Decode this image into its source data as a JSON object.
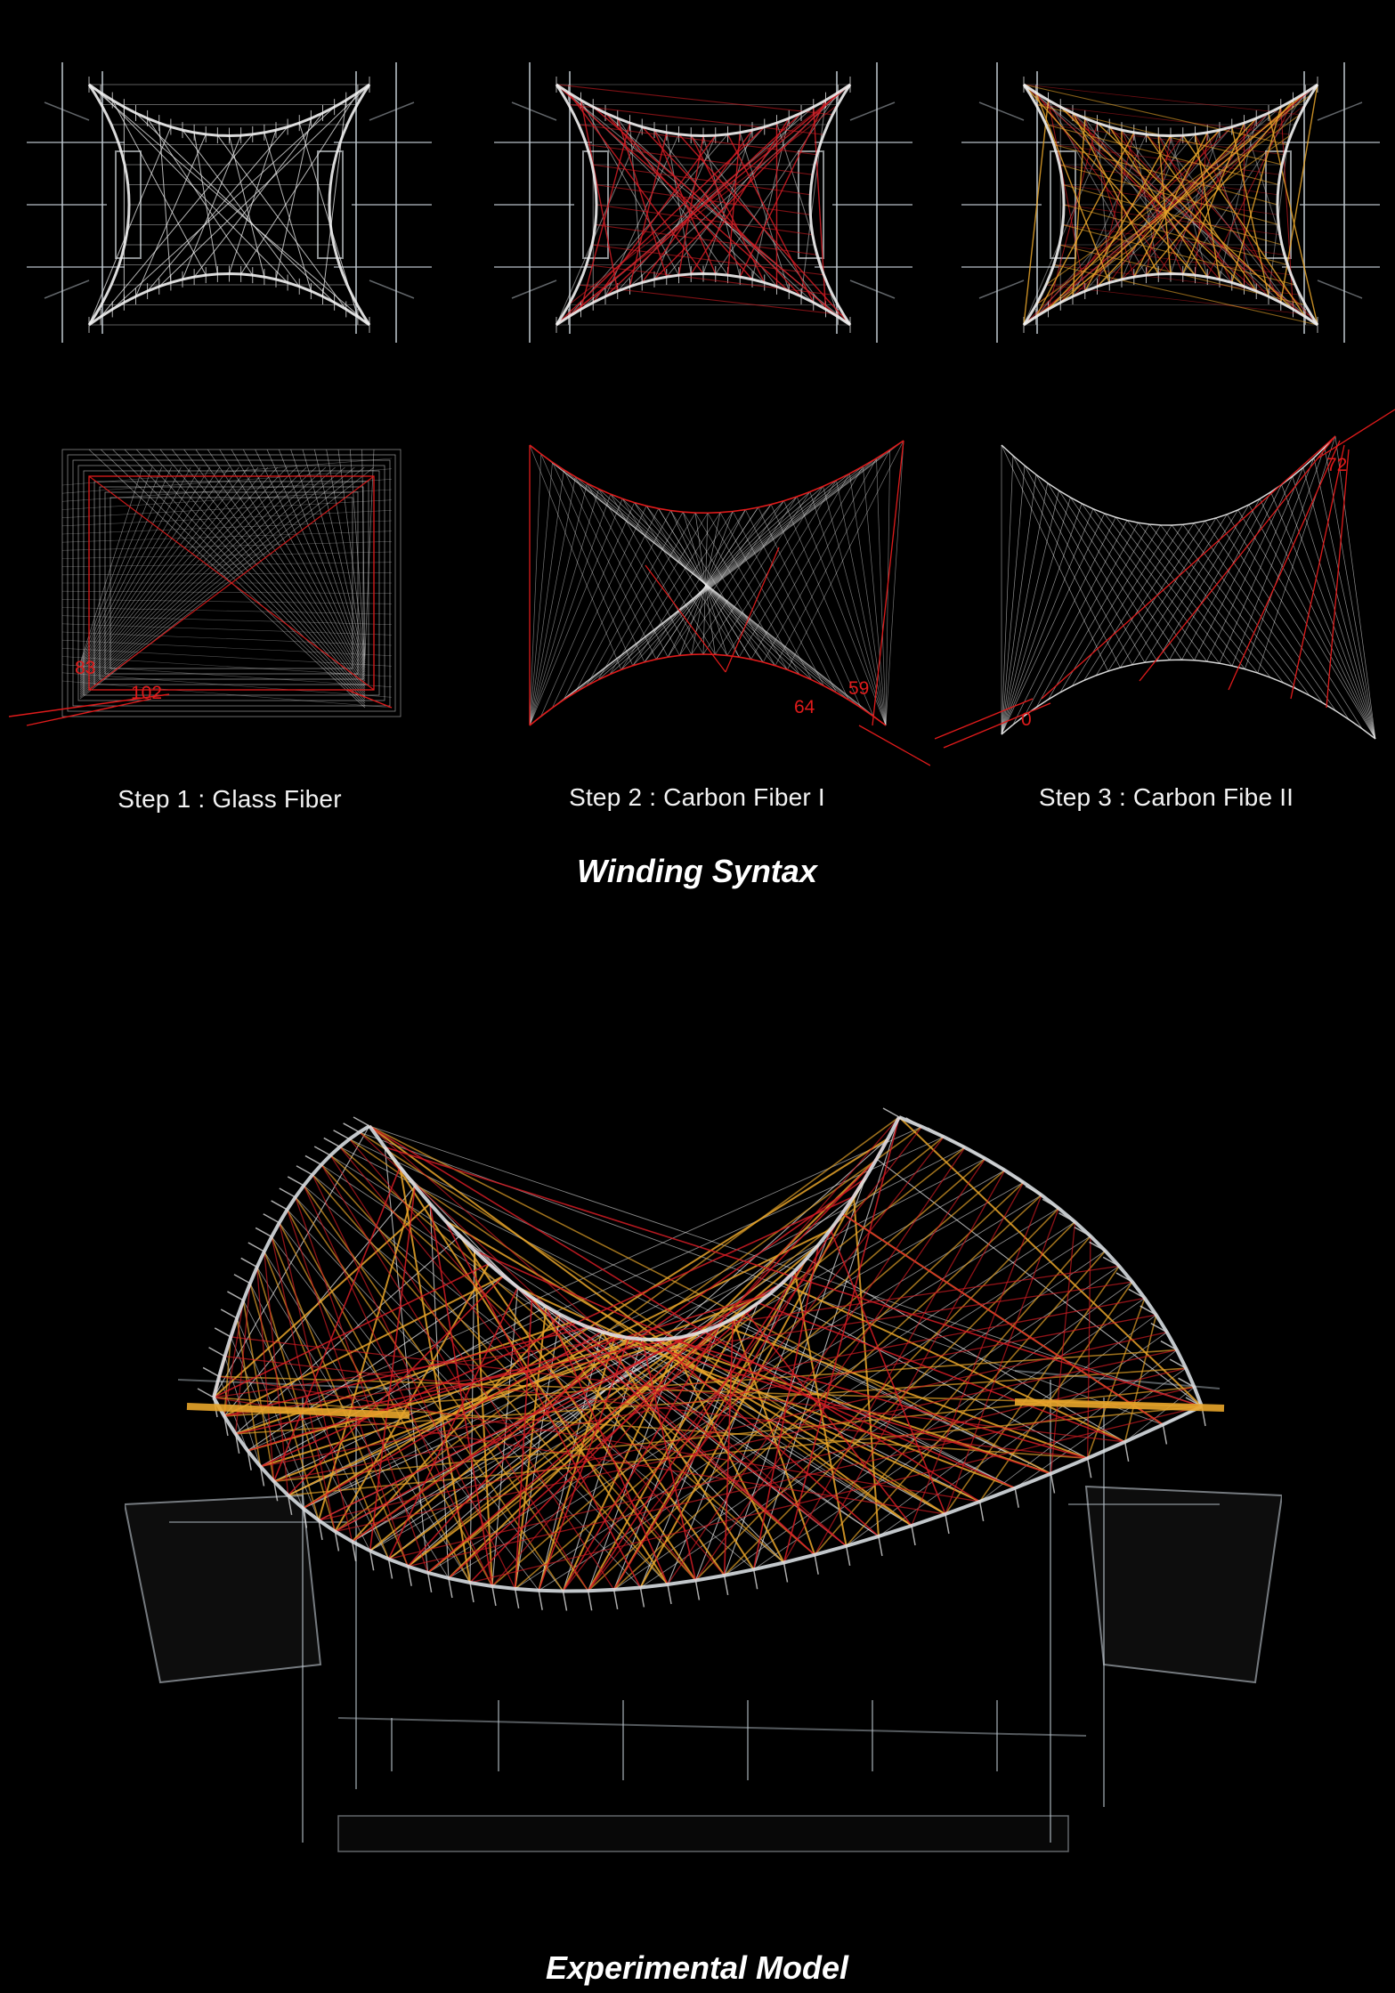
{
  "steps": [
    {
      "caption": "Step 1 : Glass Fiber",
      "numbers": [
        "83",
        "102"
      ]
    },
    {
      "caption": "Step 2 : Carbon Fiber I",
      "numbers": [
        "64",
        "59"
      ]
    },
    {
      "caption": "Step 3 : Carbon Fibe II",
      "numbers": [
        "0",
        "72"
      ]
    }
  ],
  "section_titles": {
    "winding": "Winding Syntax",
    "model": "Experimental Model"
  },
  "colors": {
    "background": "#000000",
    "glass_fiber": "#f0f0f0",
    "carbon_fiber_1": "#d41c24",
    "carbon_fiber_2": "#e8a52a",
    "annotation": "#e01b1b"
  }
}
